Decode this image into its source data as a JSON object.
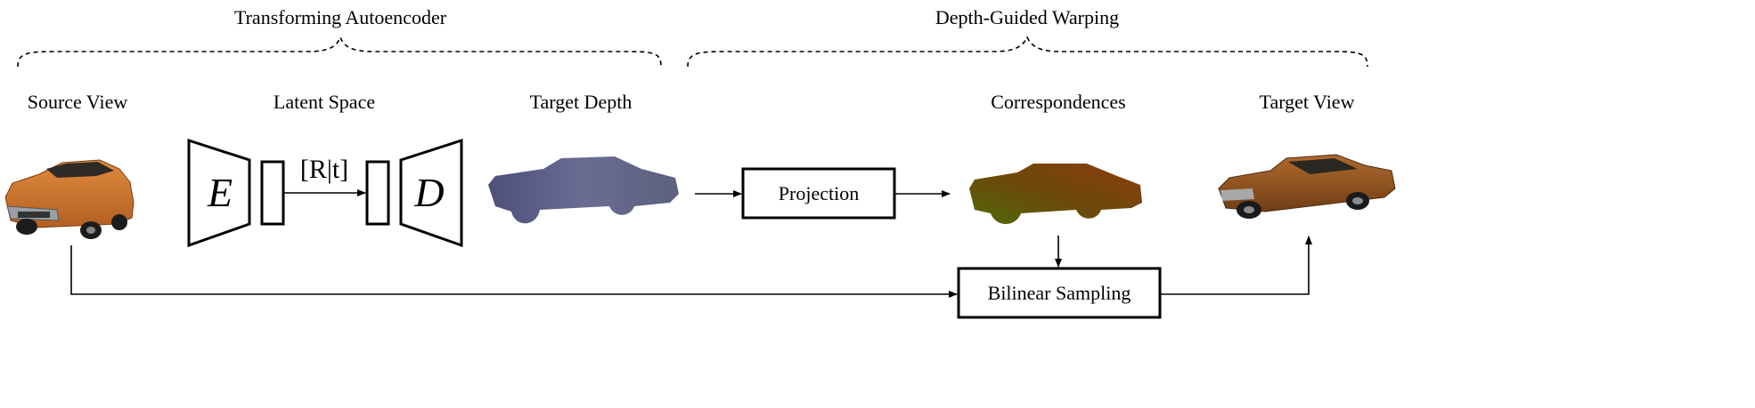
{
  "groups": {
    "autoencoder": "Transforming Autoencoder",
    "warping": "Depth-Guided Warping"
  },
  "labels": {
    "source_view": "Source View",
    "latent_space": "Latent Space",
    "target_depth": "Target Depth",
    "correspondences": "Correspondences",
    "target_view": "Target View"
  },
  "network": {
    "encoder": "E",
    "decoder": "D",
    "transform": "[R|t]"
  },
  "boxes": {
    "projection": "Projection",
    "bilinear_sampling": "Bilinear Sampling"
  },
  "colors": {
    "car_body": "#c8732f",
    "car_depth": "#5c5f86",
    "car_correspondence": "#7a4a12",
    "car_target_body": "#9a5a24",
    "stroke": "#000000"
  },
  "icons": {
    "source_image": "car-source-image",
    "depth_image": "car-depth-image",
    "correspondence_image": "car-correspondence-image",
    "target_image": "car-target-image"
  }
}
